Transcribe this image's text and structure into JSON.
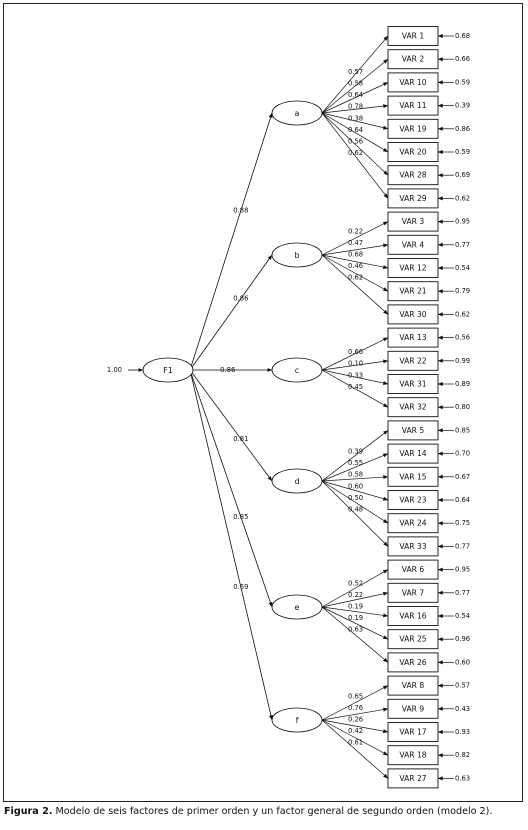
{
  "caption": {
    "label": "Figura 2.",
    "text": "Modelo de seis factores de primer orden y un factor general de segundo orden (modelo 2)."
  },
  "second_order": {
    "name": "F1",
    "variance": "1.00"
  },
  "factors": [
    {
      "name": "a",
      "loading": "0.88",
      "items": [
        {
          "name": "VAR 1",
          "loading": "0.57",
          "error": "0.68"
        },
        {
          "name": "VAR 2",
          "loading": "0.58",
          "error": "0.66"
        },
        {
          "name": "VAR 10",
          "loading": "0.64",
          "error": "0.59"
        },
        {
          "name": "VAR 11",
          "loading": "0.78",
          "error": "0.39"
        },
        {
          "name": "VAR 19",
          "loading": "0.38",
          "error": "0.86"
        },
        {
          "name": "VAR 20",
          "loading": "0.64",
          "error": "0.59"
        },
        {
          "name": "VAR 28",
          "loading": "0.56",
          "error": "0.69"
        },
        {
          "name": "VAR 29",
          "loading": "0.62",
          "error": "0.62"
        }
      ]
    },
    {
      "name": "b",
      "loading": "0.86",
      "items": [
        {
          "name": "VAR 3",
          "loading": "0.22",
          "error": "0.95"
        },
        {
          "name": "VAR 4",
          "loading": "0.47",
          "error": "0.77"
        },
        {
          "name": "VAR 12",
          "loading": "0.68",
          "error": "0.54"
        },
        {
          "name": "VAR 21",
          "loading": "0.46",
          "error": "0.79"
        },
        {
          "name": "VAR 30",
          "loading": "0.62",
          "error": "0.62"
        }
      ]
    },
    {
      "name": "c",
      "loading": "0.86",
      "items": [
        {
          "name": "VAR 13",
          "loading": "0.66",
          "error": "0.56"
        },
        {
          "name": "VAR 22",
          "loading": "0.10",
          "error": "0.99"
        },
        {
          "name": "VAR 31",
          "loading": "0.33",
          "error": "0.89"
        },
        {
          "name": "VAR 32",
          "loading": "0.45",
          "error": "0.80"
        }
      ]
    },
    {
      "name": "d",
      "loading": "0.81",
      "items": [
        {
          "name": "VAR 5",
          "loading": "0.39",
          "error": "0.85"
        },
        {
          "name": "VAR 14",
          "loading": "0.55",
          "error": "0.70"
        },
        {
          "name": "VAR 15",
          "loading": "0.58",
          "error": "0.67"
        },
        {
          "name": "VAR 23",
          "loading": "0.60",
          "error": "0.64"
        },
        {
          "name": "VAR 24",
          "loading": "0.50",
          "error": "0.75"
        },
        {
          "name": "VAR 33",
          "loading": "0.48",
          "error": "0.77"
        }
      ]
    },
    {
      "name": "e",
      "loading": "0.85",
      "items": [
        {
          "name": "VAR 6",
          "loading": "0.52",
          "error": "0.95"
        },
        {
          "name": "VAR 7",
          "loading": "0.22",
          "error": "0.77"
        },
        {
          "name": "VAR 16",
          "loading": "0.19",
          "error": "0.54"
        },
        {
          "name": "VAR 25",
          "loading": "0.19",
          "error": "0.96"
        },
        {
          "name": "VAR 26",
          "loading": "0.63",
          "error": "0.60"
        }
      ]
    },
    {
      "name": "f",
      "loading": "0.69",
      "items": [
        {
          "name": "VAR 8",
          "loading": "0.65",
          "error": "0.57"
        },
        {
          "name": "VAR 9",
          "loading": "0.76",
          "error": "0.43"
        },
        {
          "name": "VAR 17",
          "loading": "0.26",
          "error": "0.93"
        },
        {
          "name": "VAR 18",
          "loading": "0.42",
          "error": "0.82"
        },
        {
          "name": "VAR 27",
          "loading": "0.61",
          "error": "0.63"
        }
      ]
    }
  ]
}
